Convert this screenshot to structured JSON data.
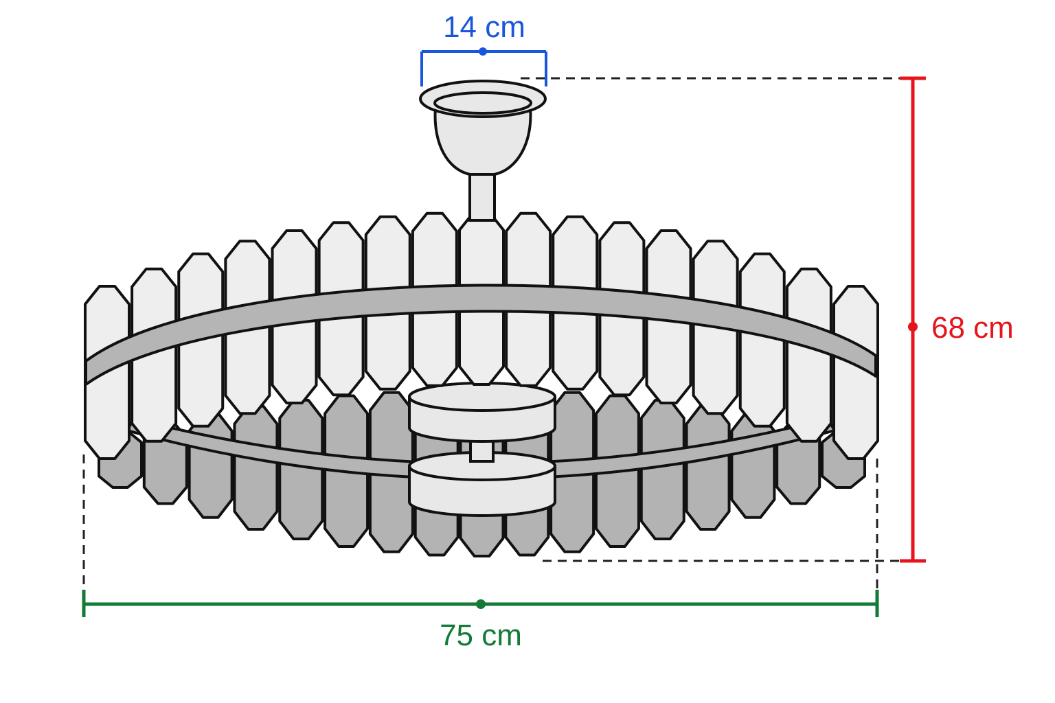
{
  "dimensions": {
    "canopy_width": {
      "label": "14 cm",
      "color": "#1a56db"
    },
    "height": {
      "label": "68 cm",
      "color": "#e8141b"
    },
    "width": {
      "label": "75 cm",
      "color": "#137a37"
    }
  },
  "colors": {
    "outline": "#111111",
    "crystal_front": "#eeeeee",
    "crystal_back": "#b3b3b3",
    "ring": "#b5b5b5",
    "canopy": "#e8e8e8",
    "guide_dashes": "#222222"
  },
  "components": {
    "crystal_count_front": 17,
    "crystal_count_back": 17
  }
}
